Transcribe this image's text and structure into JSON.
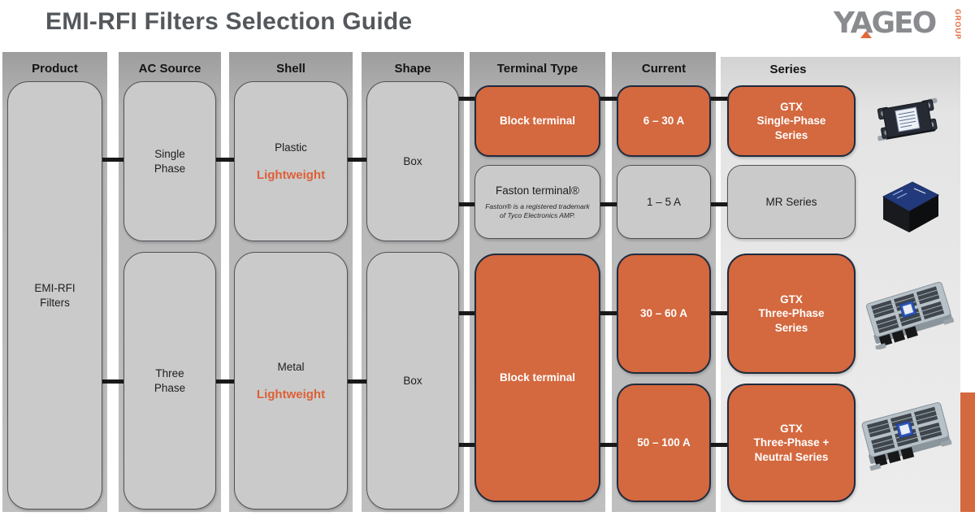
{
  "title": "EMI-RFI Filters Selection Guide",
  "logo": {
    "brand": "YAGEO",
    "group": "GROUP"
  },
  "colors": {
    "accent_orange": "#D4683E",
    "navy_border": "#1E2B3F",
    "title_gray": "#54585C",
    "panel_gray": "#B9B9B9",
    "node_gray": "#CACACA",
    "logo_gray": "#898B8E",
    "connector_black": "#191919"
  },
  "columns": {
    "product": {
      "header": "Product",
      "boxes": [
        {
          "lines": [
            "EMI-RFI",
            "Filters"
          ]
        }
      ]
    },
    "ac_source": {
      "header": "AC Source",
      "boxes": [
        {
          "lines": [
            "Single",
            "Phase"
          ]
        },
        {
          "lines": [
            "Three",
            "Phase"
          ]
        }
      ]
    },
    "shell": {
      "header": "Shell",
      "boxes": [
        {
          "material": "Plastic",
          "feature": "Lightweight"
        },
        {
          "material": "Metal",
          "feature": "Lightweight"
        }
      ]
    },
    "shape": {
      "header": "Shape",
      "boxes": [
        {
          "label": "Box"
        },
        {
          "label": "Box"
        }
      ]
    },
    "terminal_type": {
      "header": "Terminal Type",
      "boxes": [
        {
          "label": "Block terminal"
        },
        {
          "label": "Faston terminal®",
          "note": [
            "Faston® is a registered trademark",
            "of Tyco Electronics AMP."
          ]
        },
        {
          "label": "Block terminal"
        }
      ]
    },
    "current": {
      "header": "Current",
      "boxes": [
        {
          "label": "6 – 30 A"
        },
        {
          "label": "1 – 5 A"
        },
        {
          "label": "30 – 60 A"
        },
        {
          "label": "50 – 100 A"
        }
      ]
    },
    "series": {
      "header": "Series",
      "boxes": [
        {
          "lines": [
            "GTX",
            "Single-Phase",
            "Series"
          ]
        },
        {
          "lines": [
            "MR Series"
          ]
        },
        {
          "lines": [
            "GTX",
            "Three-Phase",
            "Series"
          ]
        },
        {
          "lines": [
            "GTX",
            "Three-Phase +",
            "Neutral Series"
          ]
        }
      ]
    }
  },
  "products": [
    {
      "name": "gtx-single-phase-filter-photo"
    },
    {
      "name": "mr-series-filter-photo"
    },
    {
      "name": "gtx-three-phase-filter-photo"
    },
    {
      "name": "gtx-three-phase-neutral-filter-photo"
    }
  ],
  "flows": [
    [
      "EMI-RFI Filters",
      "Single Phase",
      "Plastic (Lightweight)",
      "Box",
      "Block terminal",
      "6 – 30 A",
      "GTX Single-Phase Series"
    ],
    [
      "EMI-RFI Filters",
      "Single Phase",
      "Plastic (Lightweight)",
      "Box",
      "Faston terminal®",
      "1 – 5 A",
      "MR Series"
    ],
    [
      "EMI-RFI Filters",
      "Three Phase",
      "Metal (Lightweight)",
      "Box",
      "Block terminal",
      "30 – 60 A",
      "GTX Three-Phase Series"
    ],
    [
      "EMI-RFI Filters",
      "Three Phase",
      "Metal (Lightweight)",
      "Box",
      "Block terminal",
      "50 – 100 A",
      "GTX Three-Phase + Neutral Series"
    ]
  ]
}
